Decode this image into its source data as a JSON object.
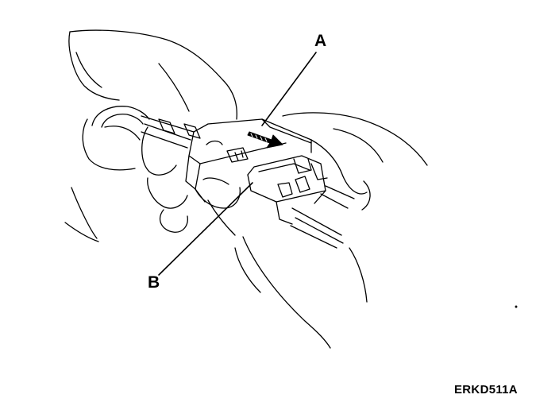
{
  "labels": {
    "a": "A",
    "b": "B"
  },
  "figure_code": "ERKD511A",
  "colors": {
    "ink": "#000000",
    "background": "#ffffff"
  }
}
